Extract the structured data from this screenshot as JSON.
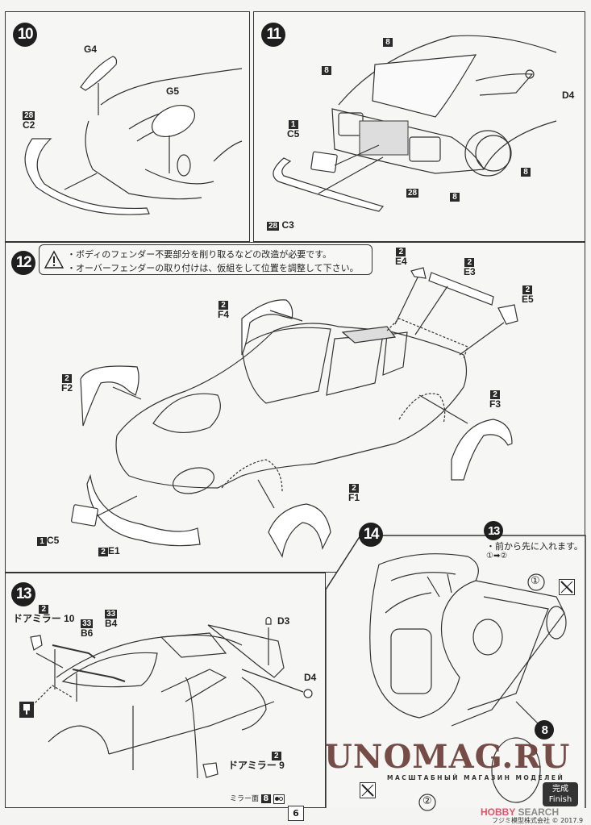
{
  "page": {
    "number": "6",
    "copyright": "フジミ模型株式会社 © 2017.9"
  },
  "steps": {
    "s10": {
      "number": "10",
      "parts": [
        {
          "id": "G4",
          "color_no": ""
        },
        {
          "id": "G5",
          "color_no": ""
        },
        {
          "id": "C2",
          "color_no": "28"
        }
      ]
    },
    "s11": {
      "number": "11",
      "parts": [
        {
          "id": "C5",
          "color_no": "1"
        },
        {
          "id": "C3",
          "color_no": "28"
        },
        {
          "id": "D4",
          "color_no": ""
        }
      ],
      "paint_callouts": [
        "8",
        "8",
        "8",
        "8",
        "28"
      ]
    },
    "s12": {
      "number": "12",
      "notes": [
        "・ボディのフェンダー不要部分を削り取るなどの改造が必要です。",
        "・オーバーフェンダーの取り付けは、仮組をして位置を調整して下さい。"
      ],
      "warning_icon": "warning-triangle-icon",
      "parts": [
        {
          "id": "F4",
          "color_no": "2"
        },
        {
          "id": "F2",
          "color_no": "2"
        },
        {
          "id": "F3",
          "color_no": "2"
        },
        {
          "id": "F1",
          "color_no": "2"
        },
        {
          "id": "E4",
          "color_no": "2"
        },
        {
          "id": "E3",
          "color_no": "2"
        },
        {
          "id": "E5",
          "color_no": "2"
        },
        {
          "id": "C5",
          "color_no": "1"
        },
        {
          "id": "E1",
          "color_no": "2"
        }
      ]
    },
    "s13": {
      "number": "13",
      "parts": [
        {
          "id": "ドアミラー 10",
          "color_no": "2"
        },
        {
          "id": "B6",
          "color_no": "33"
        },
        {
          "id": "B4",
          "color_no": "33"
        },
        {
          "id": "D3",
          "color_no": ""
        },
        {
          "id": "D4",
          "color_no": ""
        },
        {
          "id": "ドアミラー 9",
          "color_no": "2"
        }
      ],
      "mirror_surface": {
        "label": "ミラー面",
        "color_no": "8"
      },
      "drill_icon": "drill-hole-icon"
    },
    "s14": {
      "number": "14",
      "ref_step": "13",
      "note": "・前から先に入れます。",
      "order": "①➡②",
      "callouts": [
        "①",
        "②"
      ],
      "ref_step_8": "8",
      "finish": {
        "jp": "完成",
        "en": "Finish"
      }
    }
  },
  "watermark": {
    "main": "UNOMAG.RU",
    "sub": "МАСШТАБНЫЙ МАГАЗИН МОДЕЛЕЙ"
  },
  "brand": {
    "part1": "HOBBY",
    "part2": " SEARCH"
  }
}
